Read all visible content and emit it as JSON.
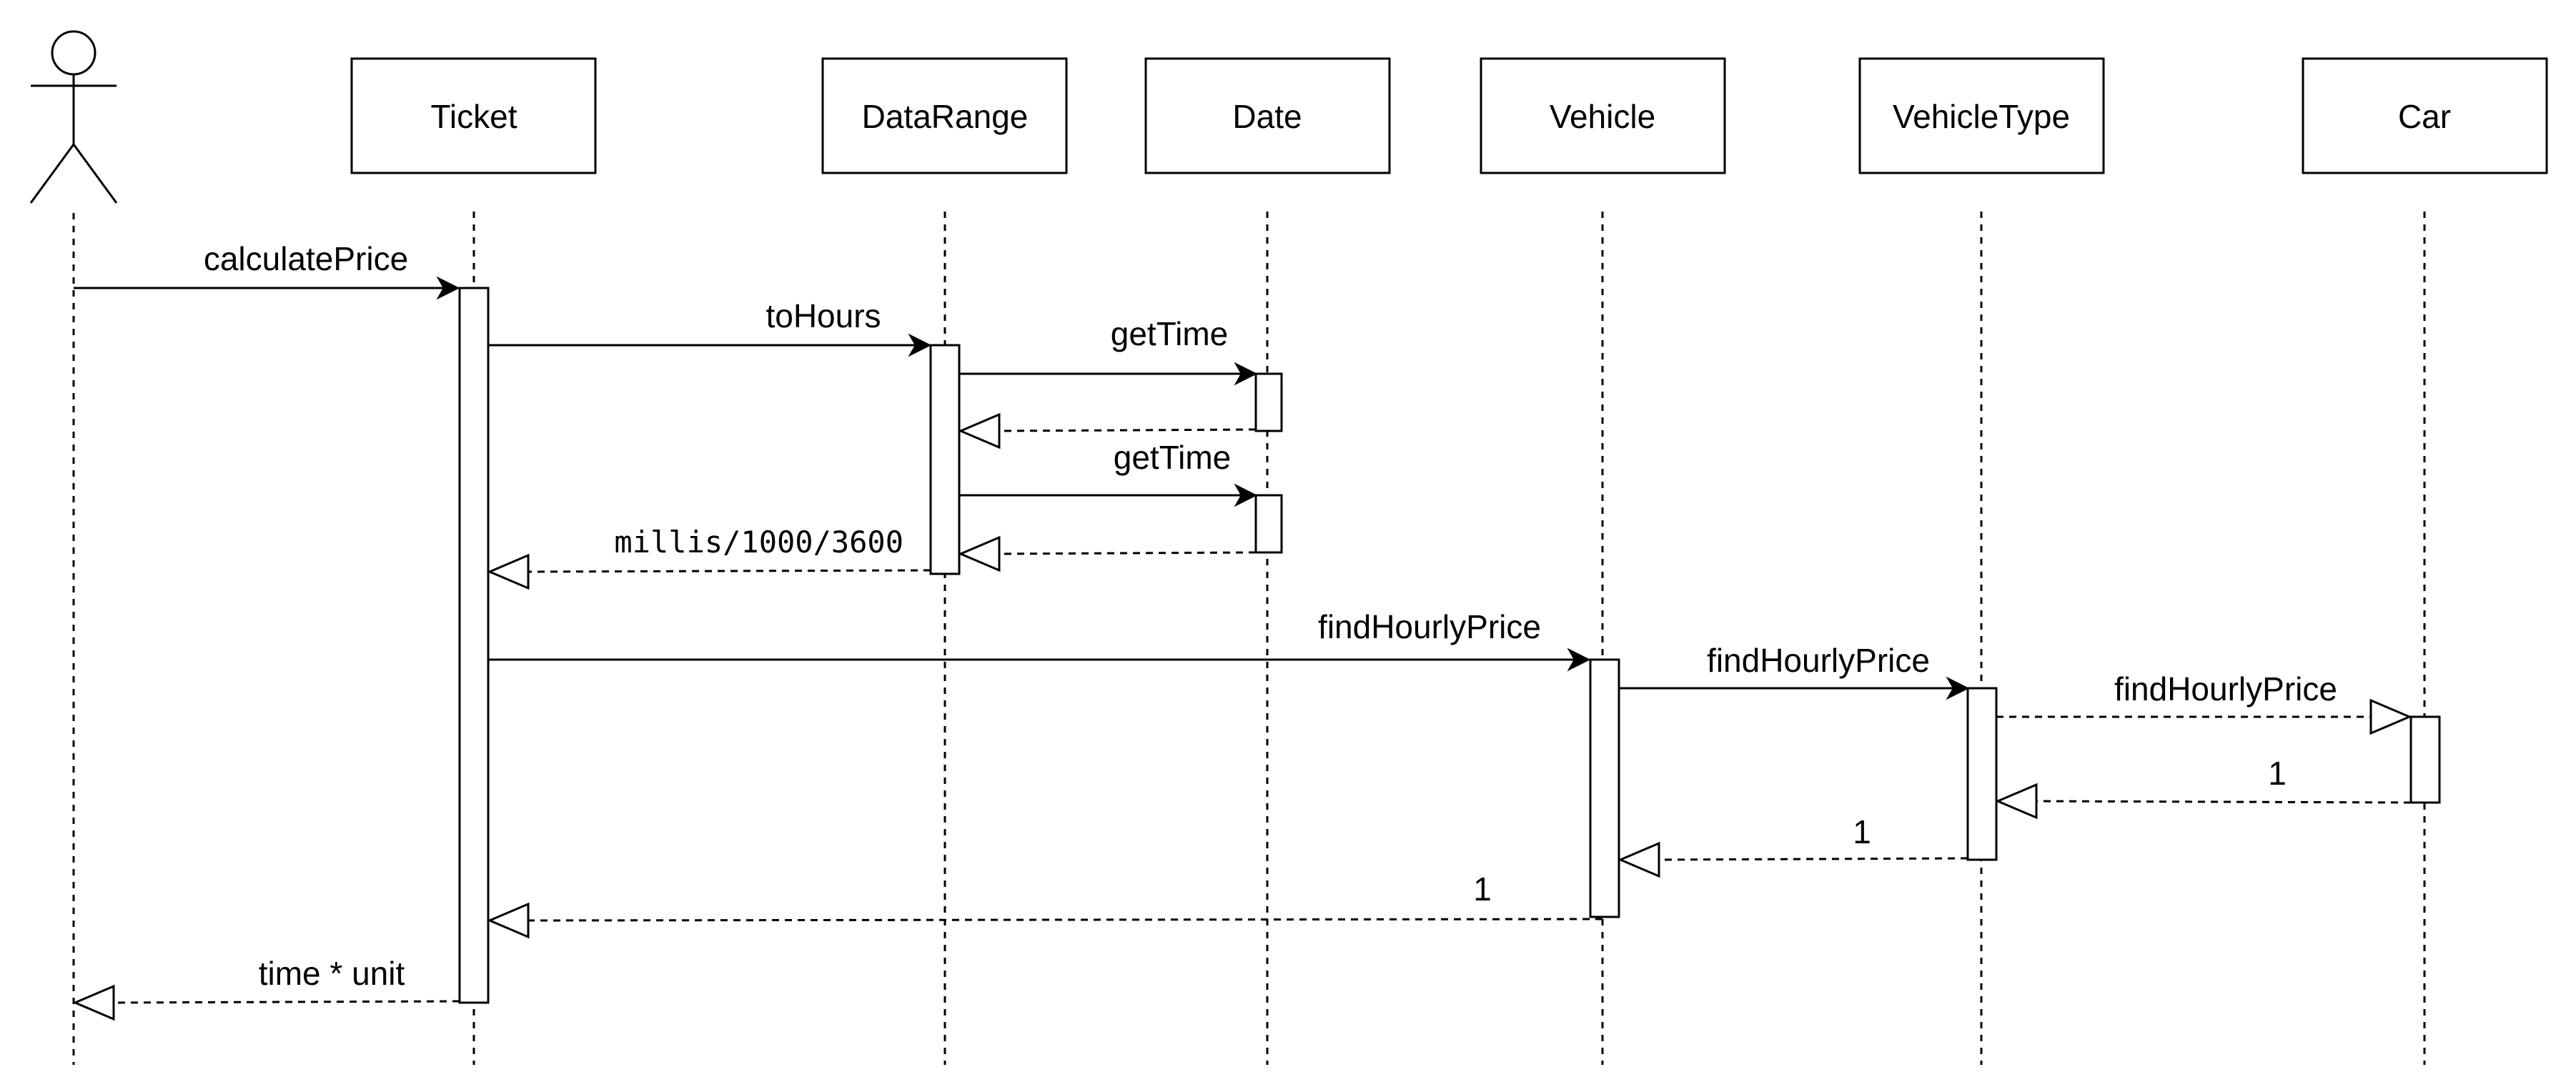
{
  "actor": {
    "name": ""
  },
  "participants": [
    {
      "id": "ticket",
      "label": "Ticket"
    },
    {
      "id": "datarange",
      "label": "DataRange"
    },
    {
      "id": "date",
      "label": "Date"
    },
    {
      "id": "vehicle",
      "label": "Vehicle"
    },
    {
      "id": "vehicletype",
      "label": "VehicleType"
    },
    {
      "id": "car",
      "label": "Car"
    }
  ],
  "messages": [
    {
      "id": "m1",
      "from": "actor",
      "to": "ticket",
      "kind": "call",
      "label": "calculatePrice"
    },
    {
      "id": "m2",
      "from": "ticket",
      "to": "datarange",
      "kind": "call",
      "label": "toHours"
    },
    {
      "id": "m3",
      "from": "datarange",
      "to": "date",
      "kind": "call",
      "label": "getTime"
    },
    {
      "id": "m4",
      "from": "date",
      "to": "datarange",
      "kind": "return",
      "label": ""
    },
    {
      "id": "m5",
      "from": "datarange",
      "to": "date",
      "kind": "call",
      "label": "getTime"
    },
    {
      "id": "m6",
      "from": "date",
      "to": "datarange",
      "kind": "return",
      "label": ""
    },
    {
      "id": "m7",
      "from": "datarange",
      "to": "ticket",
      "kind": "return",
      "label": "millis/1000/3600"
    },
    {
      "id": "m8",
      "from": "ticket",
      "to": "vehicle",
      "kind": "call",
      "label": "findHourlyPrice"
    },
    {
      "id": "m9",
      "from": "vehicle",
      "to": "vehicletype",
      "kind": "call",
      "label": "findHourlyPrice"
    },
    {
      "id": "m10",
      "from": "vehicletype",
      "to": "car",
      "kind": "async",
      "label": "findHourlyPrice"
    },
    {
      "id": "m11",
      "from": "car",
      "to": "vehicletype",
      "kind": "return",
      "label": "1"
    },
    {
      "id": "m12",
      "from": "vehicletype",
      "to": "vehicle",
      "kind": "return",
      "label": "1"
    },
    {
      "id": "m13",
      "from": "vehicle",
      "to": "ticket",
      "kind": "return",
      "label": "1"
    },
    {
      "id": "m14",
      "from": "ticket",
      "to": "actor",
      "kind": "return",
      "label": "time * unit"
    }
  ]
}
